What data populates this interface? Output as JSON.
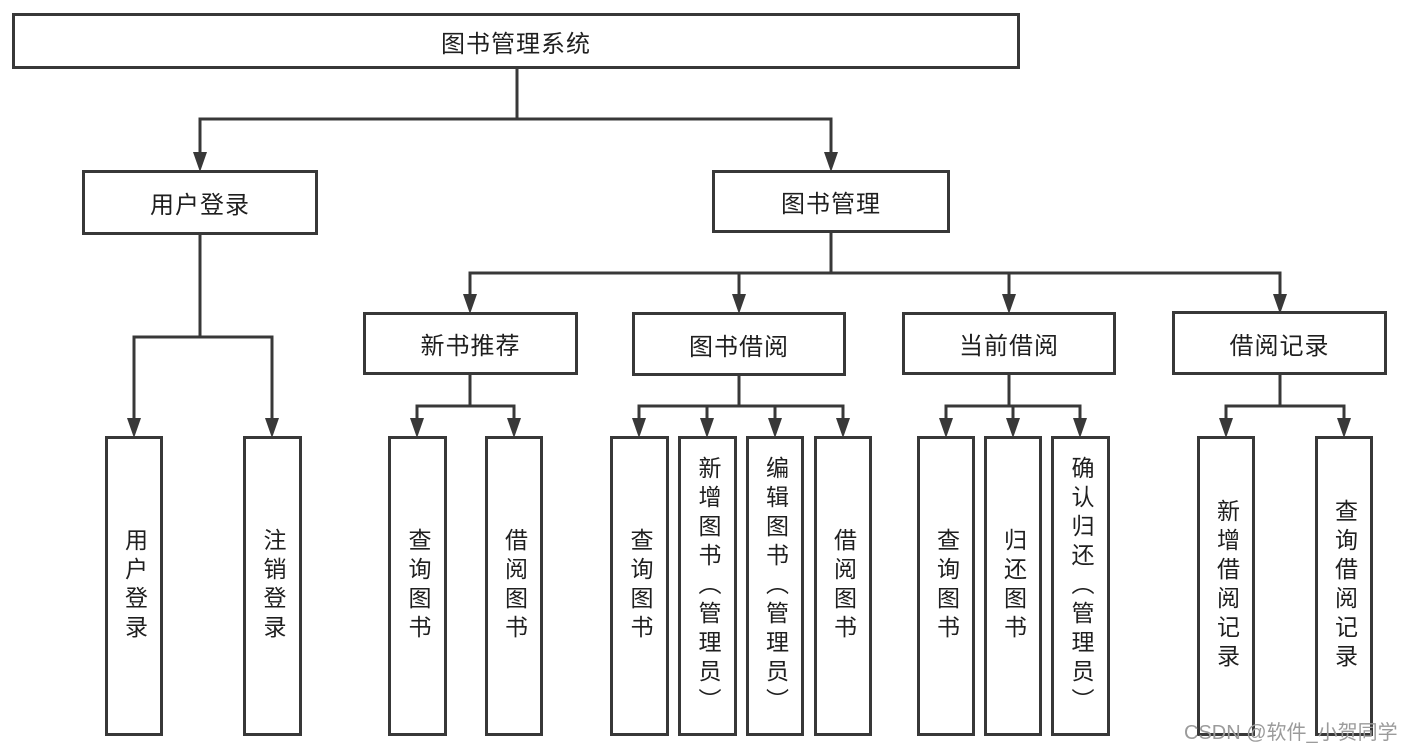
{
  "diagram": {
    "type": "hierarchy-tree",
    "root": {
      "label": "图书管理系统"
    },
    "branches": [
      {
        "label": "用户登录",
        "children": [
          {
            "label": "用户登录"
          },
          {
            "label": "注销登录"
          }
        ]
      },
      {
        "label": "图书管理",
        "children": [
          {
            "label": "新书推荐",
            "children": [
              {
                "label": "查询图书"
              },
              {
                "label": "借阅图书"
              }
            ]
          },
          {
            "label": "图书借阅",
            "children": [
              {
                "label": "查询图书"
              },
              {
                "label": "新增图书（管理员）"
              },
              {
                "label": "编辑图书（管理员）"
              },
              {
                "label": "借阅图书"
              }
            ]
          },
          {
            "label": "当前借阅",
            "children": [
              {
                "label": "查询图书"
              },
              {
                "label": "归还图书"
              },
              {
                "label": "确认归还（管理员）"
              }
            ]
          },
          {
            "label": "借阅记录",
            "children": [
              {
                "label": "新增借阅记录"
              },
              {
                "label": "查询借阅记录"
              }
            ]
          }
        ]
      }
    ]
  },
  "watermark": {
    "text": "CSDN @软件_小贺同学",
    "color": "#9b9b9b"
  },
  "colors": {
    "line": "#383838",
    "text": "#1f1f1f",
    "background": "#ffffff"
  }
}
